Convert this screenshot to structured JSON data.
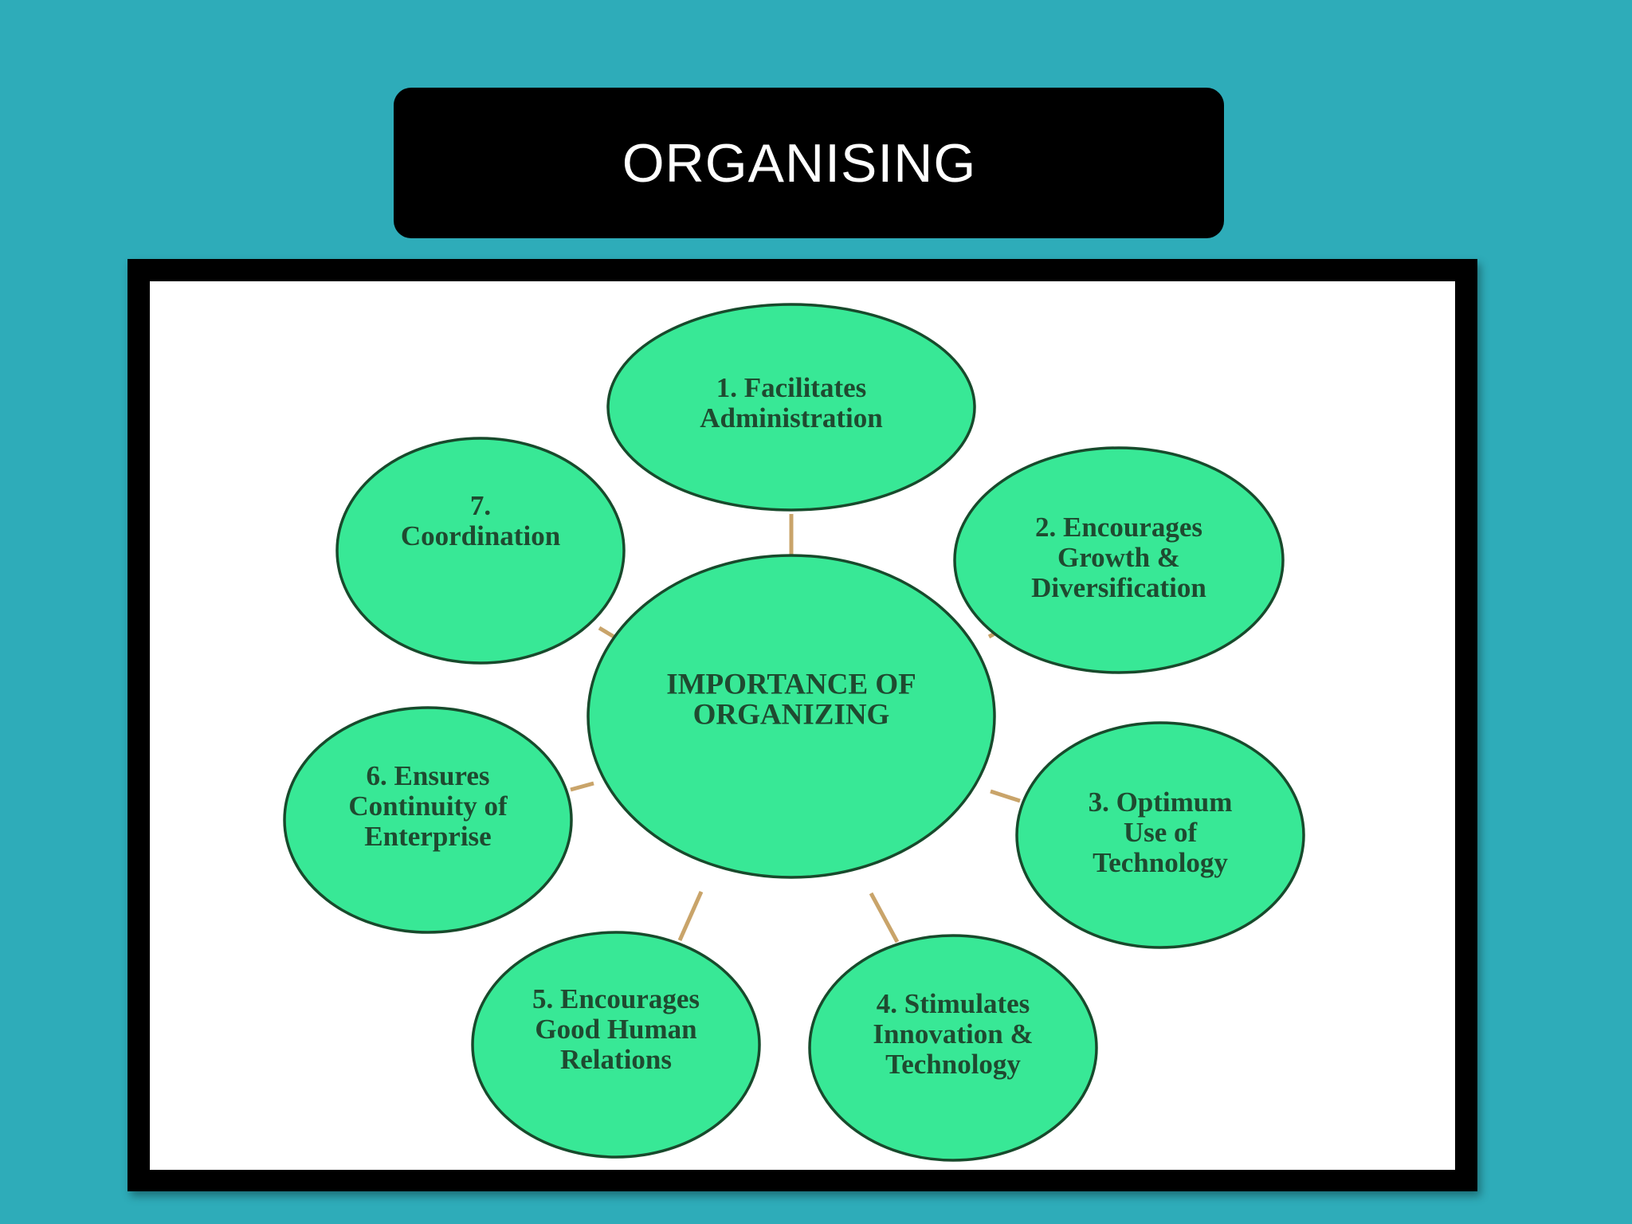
{
  "slide": {
    "title": "ORGANISING"
  },
  "colors": {
    "background": "#2eacb9",
    "title_box": "#000000",
    "title_text": "#ffffff",
    "frame": "#000000",
    "node_fill": "#38e896",
    "node_stroke": "#184a2c",
    "node_text": "#1f4a30",
    "connector": "#c9a46a"
  },
  "diagram": {
    "center": {
      "lines": [
        "IMPORTANCE OF",
        "ORGANIZING"
      ]
    },
    "nodes": [
      {
        "id": "facilitates-administration",
        "lines": [
          "1. Facilitates",
          "Administration"
        ]
      },
      {
        "id": "encourages-growth",
        "lines": [
          "2. Encourages",
          "Growth &",
          "Diversification"
        ]
      },
      {
        "id": "optimum-use-technology",
        "lines": [
          "3. Optimum",
          "Use of",
          "Technology"
        ]
      },
      {
        "id": "stimulates-innovation",
        "lines": [
          "4. Stimulates",
          "Innovation &",
          "Technology"
        ]
      },
      {
        "id": "good-human-relations",
        "lines": [
          "5. Encourages",
          "Good Human",
          "Relations"
        ]
      },
      {
        "id": "continuity-enterprise",
        "lines": [
          "6. Ensures",
          "Continuity of",
          "Enterprise"
        ]
      },
      {
        "id": "coordination",
        "lines": [
          "7.",
          "Coordination"
        ]
      }
    ]
  }
}
